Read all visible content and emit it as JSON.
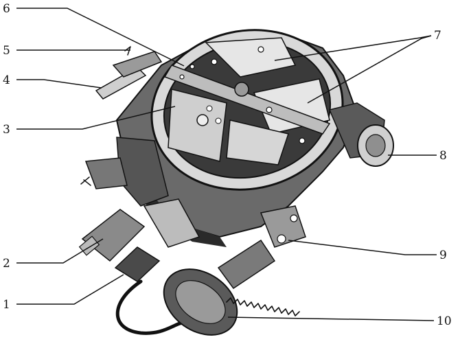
{
  "callouts": [
    {
      "id": "c1",
      "label": "1"
    },
    {
      "id": "c2",
      "label": "2"
    },
    {
      "id": "c3",
      "label": "3"
    },
    {
      "id": "c4",
      "label": "4"
    },
    {
      "id": "c5",
      "label": "5"
    },
    {
      "id": "c6",
      "label": "6"
    },
    {
      "id": "c7",
      "label": "7"
    },
    {
      "id": "c8",
      "label": "8"
    },
    {
      "id": "c9",
      "label": "9"
    },
    {
      "id": "c10",
      "label": "10"
    }
  ],
  "colors": {
    "ink": "#111111",
    "shadow": "#2a2a2a",
    "mid": "#8a8a8a",
    "paper": "#ffffff"
  }
}
